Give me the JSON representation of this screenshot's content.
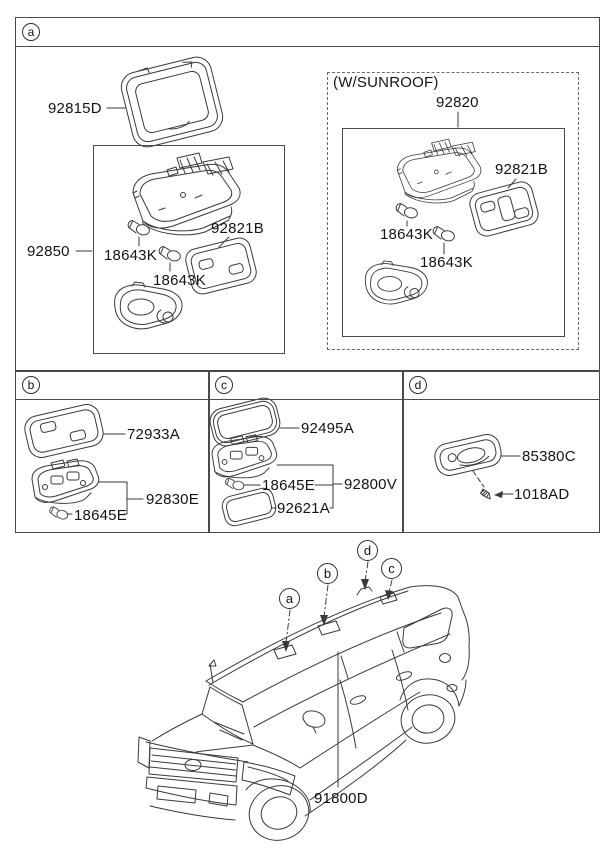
{
  "colors": {
    "line": "#3a3a3a",
    "text": "#141414",
    "border": "#4a4a4a",
    "background": "#ffffff"
  },
  "sections": {
    "a": {
      "callout": "a",
      "bezel_part": "92815D",
      "console_assembly_part": "92850",
      "bulb_part_1": "18643K",
      "bulb_part_2": "18643K",
      "lens_part": "92821B",
      "sunroof": {
        "variant_label": "(W/SUNROOF)",
        "assembly_part": "92820",
        "lens_part": "92821B",
        "bulb_part_1": "18643K",
        "bulb_part_2": "18643K"
      }
    },
    "b": {
      "callout": "b",
      "lens_part": "72933A",
      "lamp_part": "92830E",
      "bulb_part": "18645E"
    },
    "c": {
      "callout": "c",
      "bezel_part": "92495A",
      "bulb_part": "18645E",
      "lamp_assembly_part": "92800V",
      "lens_part": "92621A"
    },
    "d": {
      "callout": "d",
      "lamp_part": "85380C",
      "screw_part": "1018AD"
    }
  },
  "vehicle": {
    "callout_a": "a",
    "callout_b": "b",
    "callout_c": "c",
    "callout_d": "d",
    "wiring_part": "91800D"
  }
}
